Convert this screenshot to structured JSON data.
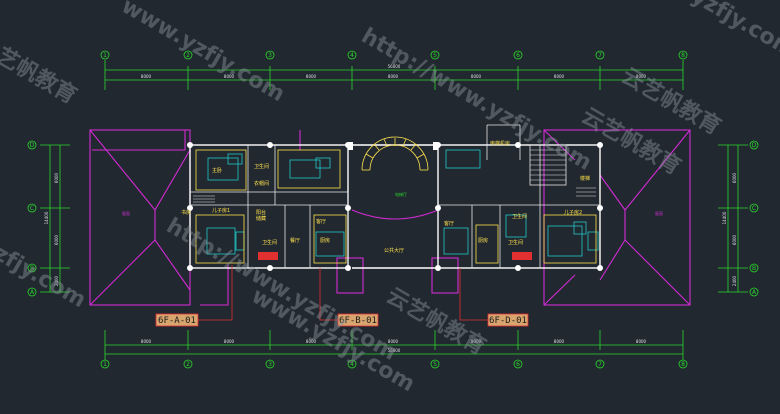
{
  "colors": {
    "background": "#212830",
    "dimension": "#2bd62b",
    "roof": "#d22bd2",
    "wall": "#ffffff",
    "room_text": "#ffe14d",
    "furniture": "#21c8c8",
    "tag_border": "#e03030",
    "tag_fill": "#d9a56f",
    "watermark": "#8a929c"
  },
  "axes": {
    "top": [
      "1",
      "2",
      "3",
      "4",
      "5",
      "6",
      "7",
      "8"
    ],
    "side": [
      "D",
      "C",
      "B",
      "A"
    ]
  },
  "dimensions": {
    "top_total": "56000",
    "top_segments": [
      "8000",
      "8000",
      "8000",
      "8000",
      "8000",
      "8000",
      "8000"
    ],
    "bottom_total": "56000",
    "bottom_segments": [
      "8000",
      "8000",
      "8000",
      "8000",
      "8000",
      "8000",
      "8000"
    ],
    "left_segments": [
      "6000",
      "6000",
      "2400"
    ],
    "left_total": "14400",
    "right_segments": [
      "6000",
      "6000",
      "2400"
    ],
    "right_total": "14400"
  },
  "rooms": {
    "master_left": "主卧",
    "bath_left_1": "卫生间",
    "cloak_left": "衣帽间",
    "balcony_left": "阳台",
    "bedroom_left": "儿子房1",
    "study_left": "书房",
    "bath_left_2": "卫生间",
    "living_left": "客厅",
    "dining_left": "餐厅",
    "kitchen_left": "厨房",
    "storage_left": "储藏",
    "lobby": "电梯厅",
    "center_hall": "公共大厅",
    "elevator": "电梯机房",
    "stair_right": "楼梯",
    "bath_right_1": "卫生间",
    "bedroom_right": "儿子房2",
    "living_right": "客厅",
    "kitchen_right": "厨房",
    "bath_right_2": "卫生间",
    "roof_left": "屋面",
    "roof_right": "屋面"
  },
  "tags": [
    {
      "label": "6F-A-01"
    },
    {
      "label": "6F-B-01"
    },
    {
      "label": "6F-D-01"
    }
  ],
  "watermarks": {
    "url_1": "www.yzfjy.com",
    "url_2": "http://www.yzfjy.com",
    "url_3": "http://www.yzfjy.com",
    "url_4": "www.yzfjy.com",
    "brand_1": "云艺帆教育",
    "brand_2": "云艺帆教育",
    "brand_3": "云艺帆教育",
    "url_5": "yzfjy.com",
    "url_6": "yzfjy.com",
    "brand_4": "艺帆教育"
  }
}
